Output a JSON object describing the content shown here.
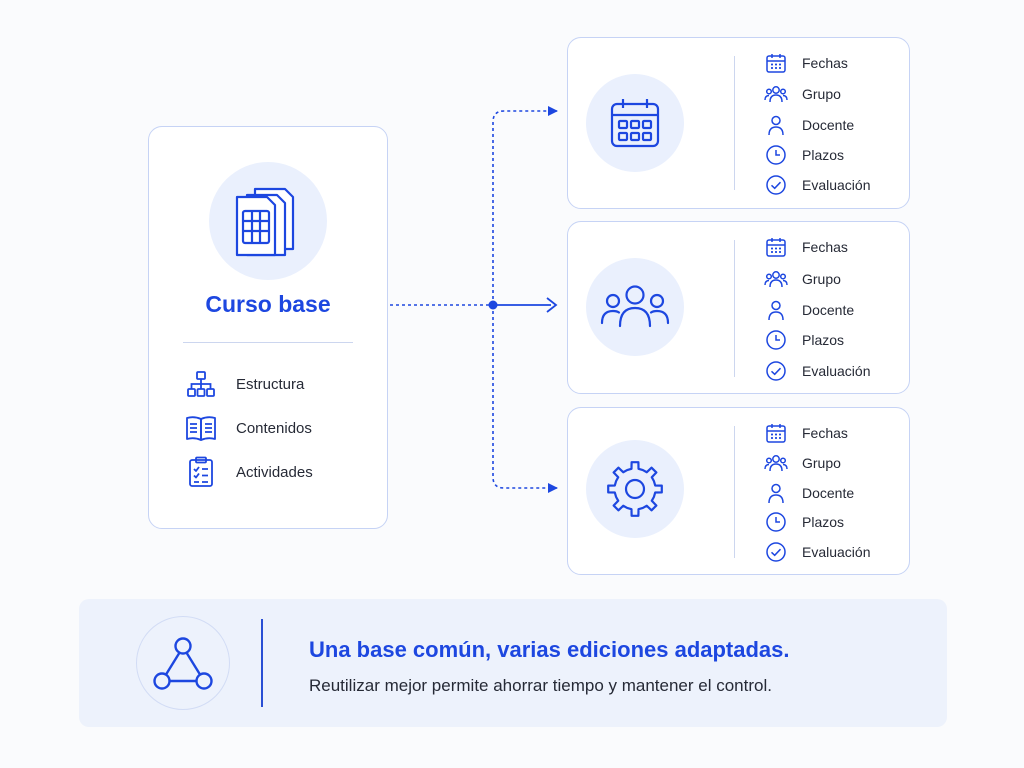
{
  "base": {
    "title": "Curso base",
    "items": [
      {
        "label": "Estructura",
        "icon": "hierarchy-icon"
      },
      {
        "label": "Contenidos",
        "icon": "open-book-icon"
      },
      {
        "label": "Actividades",
        "icon": "clipboard-checklist-icon"
      }
    ]
  },
  "editions": [
    {
      "icon": "calendar-icon",
      "attributes": [
        "Fechas",
        "Grupo",
        "Docente",
        "Plazos",
        "Evaluación"
      ]
    },
    {
      "icon": "people-group-icon",
      "attributes": [
        "Fechas",
        "Grupo",
        "Docente",
        "Plazos",
        "Evaluación"
      ]
    },
    {
      "icon": "gear-icon",
      "attributes": [
        "Fechas",
        "Grupo",
        "Docente",
        "Plazos",
        "Evaluación"
      ]
    }
  ],
  "banner": {
    "title": "Una base común, varias ediciones adaptadas.",
    "subtitle": "Reutilizar mejor permite ahorrar tiempo y mantener el control.",
    "icon": "triangle-network-icon"
  },
  "colors": {
    "accent": "#1d47e0",
    "card_border": "#c6d3f5",
    "icon_bg": "#eaf0fd",
    "banner_bg": "#edf2fc"
  }
}
